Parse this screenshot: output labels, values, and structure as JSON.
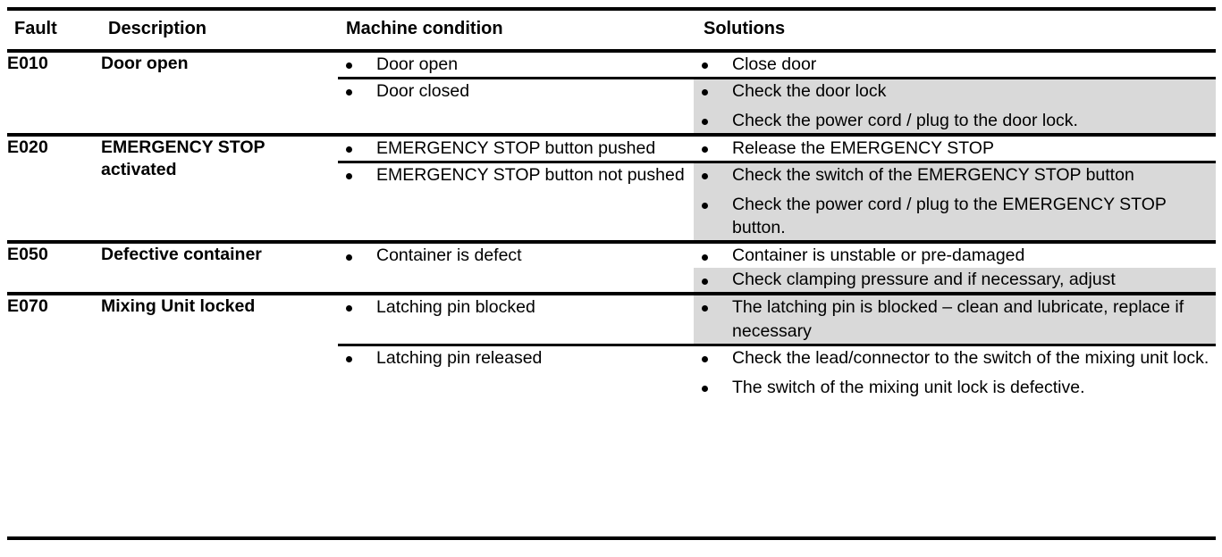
{
  "table": {
    "headers": {
      "fault": "Fault",
      "description": "Description",
      "machine_condition": "Machine condition",
      "solutions": "Solutions"
    },
    "colors": {
      "shaded_cell": "#D9D9D9",
      "rule": "#000000",
      "background": "#FFFFFF",
      "text": "#000000"
    },
    "rows": [
      {
        "fault": "E010",
        "description": "Door open",
        "subrows": [
          {
            "conditions": [
              "Door open"
            ],
            "conditions_shaded": false,
            "solutions": [
              "Close door"
            ],
            "solutions_shaded": false
          },
          {
            "conditions": [
              "Door closed"
            ],
            "conditions_shaded": false,
            "solutions": [
              "Check the door lock",
              "Check the power cord / plug to the door lock."
            ],
            "solutions_shaded": true
          }
        ]
      },
      {
        "fault": "E020",
        "description": "EMERGENCY STOP activated",
        "subrows": [
          {
            "conditions": [
              "EMERGENCY STOP button pushed"
            ],
            "conditions_shaded": false,
            "solutions": [
              "Release the EMERGENCY STOP"
            ],
            "solutions_shaded": false
          },
          {
            "conditions": [
              "EMERGENCY STOP button not pushed"
            ],
            "conditions_shaded": false,
            "solutions": [
              "Check the switch of the EMERGENCY STOP button",
              "Check the power cord / plug to the EMERGENCY STOP button."
            ],
            "solutions_shaded": true
          }
        ]
      },
      {
        "fault": "E050",
        "description": "Defective container",
        "subrows": [
          {
            "conditions": [
              "Container is defect"
            ],
            "conditions_shaded": false,
            "solutions": [
              "Container is unstable or pre-damaged"
            ],
            "solutions_shaded": false
          },
          {
            "conditions": [],
            "conditions_shaded": false,
            "solutions": [
              "Check clamping pressure and if necessary, adjust"
            ],
            "solutions_shaded": true
          }
        ]
      },
      {
        "fault": "E070",
        "description": "Mixing Unit locked",
        "subrows": [
          {
            "conditions": [
              "Latching pin blocked"
            ],
            "conditions_shaded": false,
            "solutions": [
              "The latching pin is blocked – clean and lubricate, replace if necessary"
            ],
            "solutions_shaded": true
          },
          {
            "conditions": [
              "Latching pin released"
            ],
            "conditions_shaded": false,
            "solutions": [
              "Check the lead/connector to the switch of the mixing unit lock.",
              "The switch of the mixing unit lock is defective."
            ],
            "solutions_shaded": false
          }
        ]
      }
    ]
  }
}
